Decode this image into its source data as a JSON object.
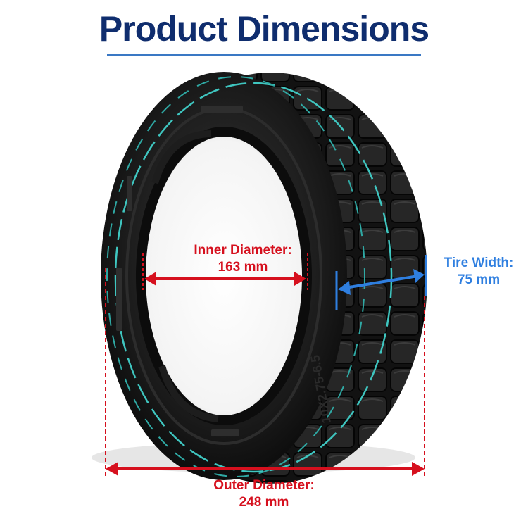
{
  "title": "Product Dimensions",
  "colors": {
    "title": "#0f2d6e",
    "title_underline": "#3a78c4",
    "outer_inner_measure": "#d6101e",
    "width_measure": "#2f7fe0",
    "tire_rubber": "#141414",
    "tire_accent_stripe": "#3fc6c0"
  },
  "measurements": {
    "inner_diameter": {
      "label": "Inner Diameter:",
      "value": "163 mm"
    },
    "tire_width": {
      "label": "Tire Width:",
      "value": "75 mm"
    },
    "outer_diameter": {
      "label": "Outer Diameter:",
      "value": "248 mm"
    }
  },
  "photo": {
    "subject": "tire",
    "sidewall_text": "10X2.75-6.5"
  }
}
